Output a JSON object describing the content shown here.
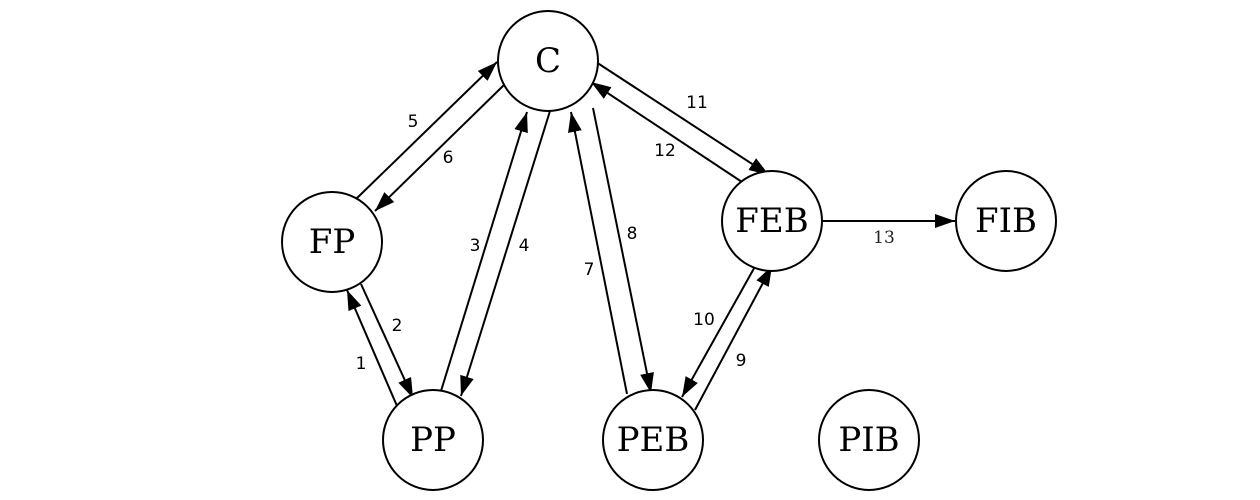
{
  "nodes": {
    "C": "C",
    "FP": "FP",
    "PP": "PP",
    "PEB": "PEB",
    "FEB": "FEB",
    "FIB": "FIB",
    "PIB": "PIB"
  },
  "edges": [
    {
      "from": "PP",
      "to": "FP",
      "label": "1"
    },
    {
      "from": "FP",
      "to": "PP",
      "label": "2"
    },
    {
      "from": "PP",
      "to": "C",
      "label": "3"
    },
    {
      "from": "C",
      "to": "PP",
      "label": "4"
    },
    {
      "from": "FP",
      "to": "C",
      "label": "5"
    },
    {
      "from": "C",
      "to": "FP",
      "label": "6"
    },
    {
      "from": "PEB",
      "to": "C",
      "label": "7"
    },
    {
      "from": "C",
      "to": "PEB",
      "label": "8"
    },
    {
      "from": "PEB",
      "to": "FEB",
      "label": "9"
    },
    {
      "from": "FEB",
      "to": "PEB",
      "label": "10"
    },
    {
      "from": "C",
      "to": "FEB",
      "label": "11"
    },
    {
      "from": "FEB",
      "to": "C",
      "label": "12"
    },
    {
      "from": "FEB",
      "to": "FIB",
      "label": "13"
    }
  ]
}
